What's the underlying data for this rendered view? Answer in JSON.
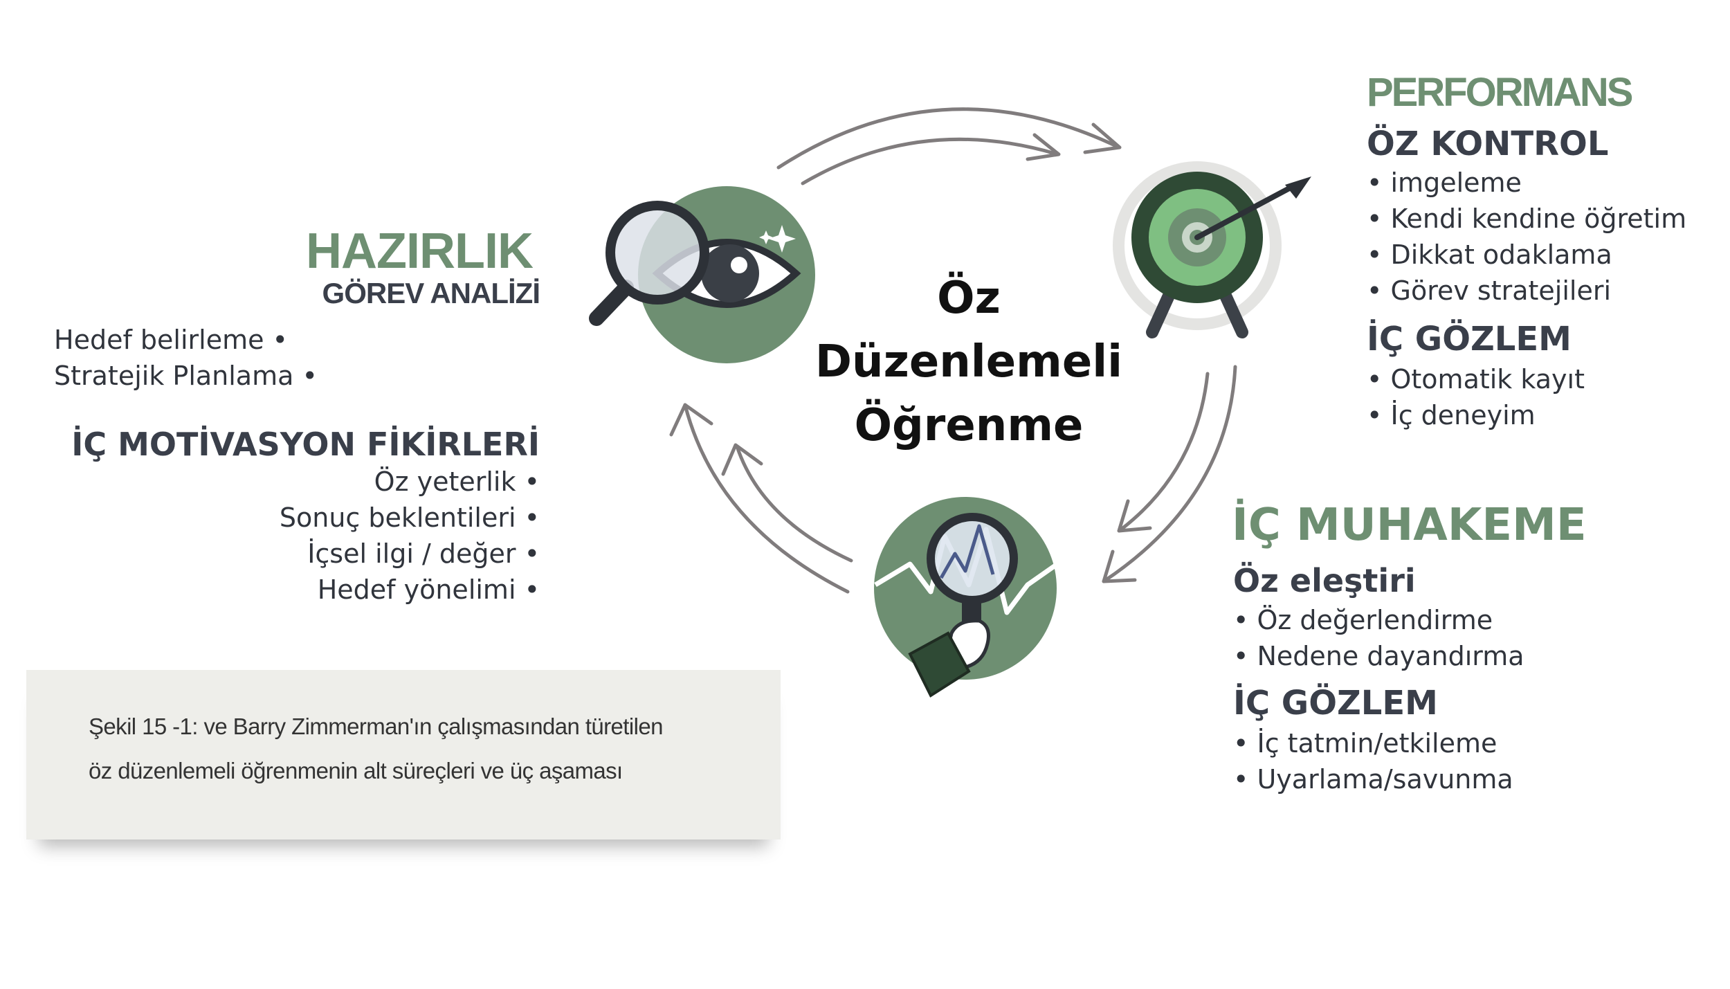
{
  "center": {
    "line1": "Öz",
    "line2": "Düzenlemeli",
    "line3": "Öğrenme"
  },
  "hazirlik": {
    "title": "HAZIRLIK",
    "subtitle": "GÖREV ANALİZİ",
    "items": [
      "Hedef belirleme •",
      "Stratejik Planlama •"
    ],
    "motivation_title": "İÇ MOTİVASYON FİKİRLERİ",
    "motivation_items": [
      "Öz yeterlik •",
      "Sonuç beklentileri •",
      "İçsel ilgi / değer •",
      "Hedef yönelimi •"
    ]
  },
  "performans": {
    "title": "PERFORMANS",
    "section1_title": "ÖZ KONTROL",
    "section1_items": [
      "• imgeleme",
      "• Kendi kendine öğretim",
      "• Dikkat odaklama",
      "• Görev stratejileri"
    ],
    "section2_title": "İÇ GÖZLEM",
    "section2_items": [
      "• Otomatik kayıt",
      "•  İç deneyim"
    ]
  },
  "muhakeme": {
    "title": "İÇ MUHAKEME",
    "section1_title": "Öz eleştiri",
    "section1_items": [
      "• Öz değerlendirme",
      "• Nedene dayandırma"
    ],
    "section2_title": "İÇ GÖZLEM",
    "section2_items": [
      "• İç tatmin/etkileme",
      "• Uyarlama/savunma"
    ]
  },
  "caption": {
    "line1": "Şekil 15 -1:  ve Barry Zimmerman'ın çalışmasından türetilen",
    "line2": "öz düzenlemeli öğrenmenin alt süreçleri ve üç aşaması"
  },
  "colors": {
    "accent_green": "#6e8f72",
    "dark_green": "#2f4a35",
    "light_green": "#7fbf82",
    "arrow_gray": "#807c7d",
    "text_dark": "#3a3f4a"
  },
  "icons": [
    "magnifier-eye-icon",
    "target-arrow-icon",
    "magnifier-chart-icon"
  ]
}
